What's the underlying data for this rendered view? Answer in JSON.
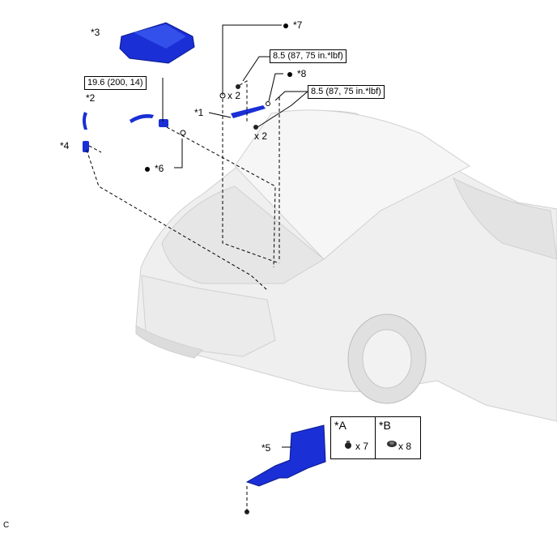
{
  "callouts": {
    "c1": "*1",
    "c2": "*2",
    "c3": "*3",
    "c4": "*4",
    "c5": "*5",
    "c6": "*6",
    "c7": "*7",
    "c8": "*8"
  },
  "torques": {
    "t1": "8.5 (87, 75 in.*lbf)",
    "t2": "8.5 (87, 75 in.*lbf)",
    "t3": "19.6 (200, 14)"
  },
  "quantities": {
    "q1": "x 2",
    "q2": "x 2"
  },
  "legend": {
    "a_key": "*A",
    "a_qty": "x 7",
    "b_key": "*B",
    "b_qty": "x 8"
  },
  "footer_code": "C",
  "colors": {
    "part_blue": "#1a2fd6",
    "vehicle_gray": "#e9e9e9"
  }
}
